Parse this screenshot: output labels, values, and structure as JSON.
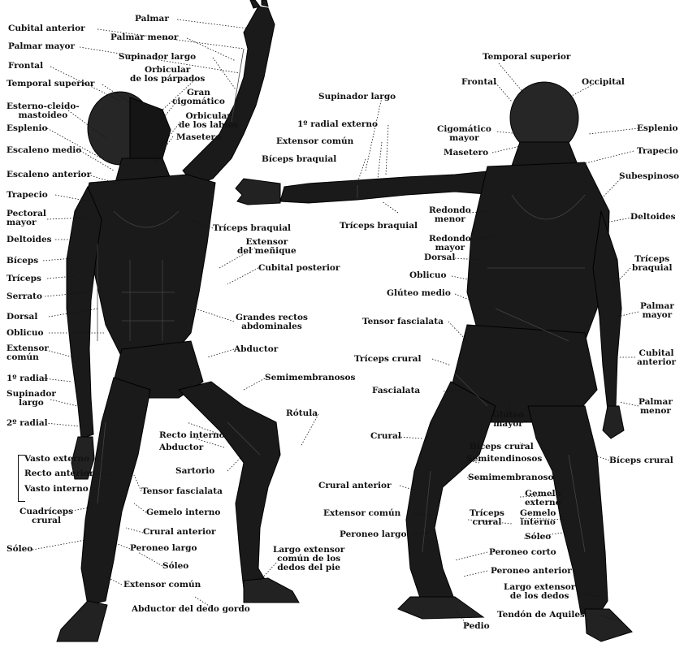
{
  "colors": {
    "ink": "#111111",
    "muscle": "#1a1a1a",
    "fiber": "#3a3a3a",
    "paper": "#ffffff"
  },
  "figures": {
    "left": "anterior-muscle-figure",
    "right": "posterior-muscle-figure"
  },
  "left_labels": {
    "palmar": "Palmar",
    "cubital_anterior": "Cubital anterior",
    "palmar_menor": "Palmar menor",
    "palmar_mayor": "Palmar mayor",
    "supinador_largo": "Supinador largo",
    "frontal": "Frontal",
    "orbicular_parpados": "Orbicular\nde los párpados",
    "temporal_superior": "Temporal superior",
    "gran_cigomatico": "Gran\ncigomático",
    "esterno": "Esterno-cleido-\nmastoideo",
    "orbicular_labios": "Orbicular\nde los labios",
    "esplenio": "Esplenio",
    "masetero": "Masetero",
    "escaleno_medio": "Escaleno medio",
    "escaleno_anterior": "Escaleno anterior",
    "trapecio": "Trapecio",
    "pectoral_mayor": "Pectoral\nmayor",
    "deltoides": "Deltoides",
    "biceps": "Bíceps",
    "triceps": "Tríceps",
    "serrato": "Serrato",
    "dorsal": "Dorsal",
    "oblicuo": "Oblicuo",
    "extensor_comun": "Extensor\ncomún",
    "radial_1": "1º radial",
    "supinador_largo_2": "Supinador\nlargo",
    "radial_2": "2º radial",
    "vasto_externo": "Vasto externo",
    "recto_anterior": "Recto anterior",
    "vasto_interno": "Vasto interno",
    "cuadriceps_crural": "Cuadríceps\ncrural",
    "soleo": "Sóleo",
    "triceps_braquial": "Tríceps braquial",
    "extensor_menique": "Extensor\ndel meñique",
    "cubital_posterior": "Cubital posterior",
    "grandes_rectos": "Grandes rectos\nabdominales",
    "abductor": "Abductor",
    "semimembranosos": "Semimembranosos",
    "rotula": "Rótula",
    "recto_interno": "Recto interno",
    "abductor_2": "Abductor",
    "sartorio": "Sartorio",
    "tensor_fascialata": "Tensor fascialata",
    "gemelo_interno": "Gemelo interno",
    "crural_anterior": "Crural anterior",
    "peroneo_largo": "Peroneo largo",
    "soleo_2": "Sóleo",
    "largo_extensor": "Largo extensor\ncomún de los\ndedos del pie",
    "extensor_comun_2": "Extensor común",
    "abductor_dedo_gordo": "Abductor del dedo gordo"
  },
  "right_labels": {
    "supinador_largo": "Supinador largo",
    "radial_externo": "1º radial externo",
    "extensor_comun": "Extensor común",
    "biceps_braquial": "Bíceps braquial",
    "temporal_superior": "Temporal superior",
    "frontal": "Frontal",
    "occipital": "Occipital",
    "cigomatico_mayor": "Cigomático\nmayor",
    "esplenio": "Esplenio",
    "masetero": "Masetero",
    "trapecio": "Trapecio",
    "subespinoso": "Subespinoso",
    "redondo_menor": "Redondo\nmenor",
    "deltoides": "Deltoides",
    "triceps_braquial_left": "Tríceps braquial",
    "redondo_mayor": "Redondo\nmayor",
    "dorsal": "Dorsal",
    "triceps_braquial": "Tríceps\nbraquial",
    "oblicuo": "Oblicuo",
    "gluteo_medio": "Glúteo medio",
    "palmar_mayor": "Palmar\nmayor",
    "tensor_fascialata": "Tensor fascialata",
    "cubital_anterior": "Cubital\nanterior",
    "triceps_crural": "Tríceps crural",
    "fascialata": "Fascialata",
    "palmar_menor": "Palmar\nmenor",
    "gluteo_mayor": "Glúteo\nmayor",
    "crural": "Crural",
    "biceps_crural": "Bíceps crural",
    "semitendinosos": "Semitendinosos",
    "biceps_crural_2": "Bíceps crural",
    "semimembranoso": "Semimembranoso",
    "crural_anterior": "Crural anterior",
    "gemelo_externo": "Gemelo\nexterno",
    "extensor_comun_pie": "Extensor común",
    "triceps_crural_2": "Tríceps\ncrural",
    "gemelo_interno": "Gemelo\ninterno",
    "soleo": "Sóleo",
    "peroneo_largo": "Peroneo largo",
    "peroneo_corto": "Peroneo corto",
    "peroneo_anterior": "Peroneo anterior",
    "largo_extensor_dedos": "Largo extensor\nde los dedos",
    "pedio": "Pedio",
    "tendon_aquiles": "Tendón de Aquiles"
  }
}
